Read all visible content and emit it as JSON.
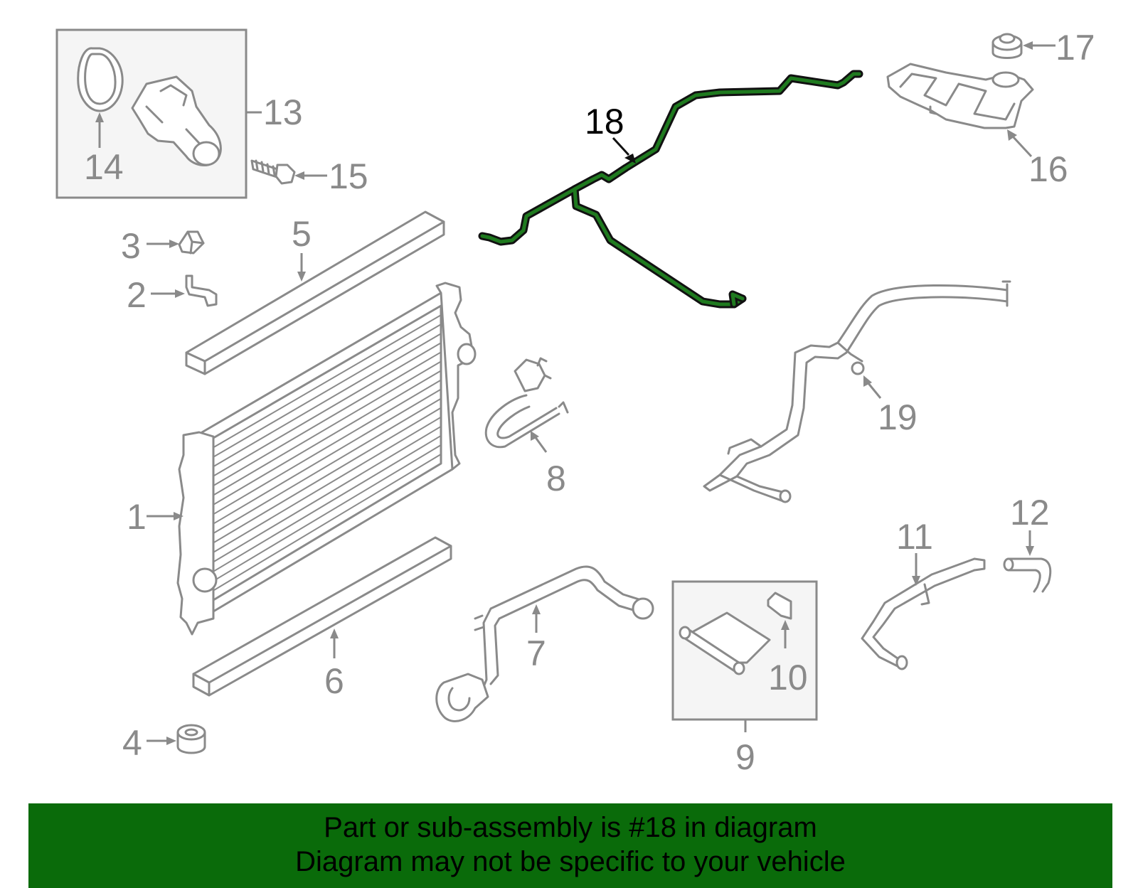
{
  "colors": {
    "part_stroke": "#8a8a8a",
    "highlight_green": "#1f7a1f",
    "banner_green": "#0a6b0a",
    "text_black": "#000000"
  },
  "callouts": {
    "c1": "1",
    "c2": "2",
    "c3": "3",
    "c4": "4",
    "c5": "5",
    "c6": "6",
    "c7": "7",
    "c8": "8",
    "c9": "9",
    "c10": "10",
    "c11": "11",
    "c12": "12",
    "c13": "13",
    "c14": "14",
    "c15": "15",
    "c16": "16",
    "c17": "17",
    "c18": "18",
    "c19": "19"
  },
  "highlighted_part": "18",
  "banner": {
    "line1": "Part or sub-assembly is #18 in diagram",
    "line2": "Diagram may not be specific to your vehicle"
  }
}
